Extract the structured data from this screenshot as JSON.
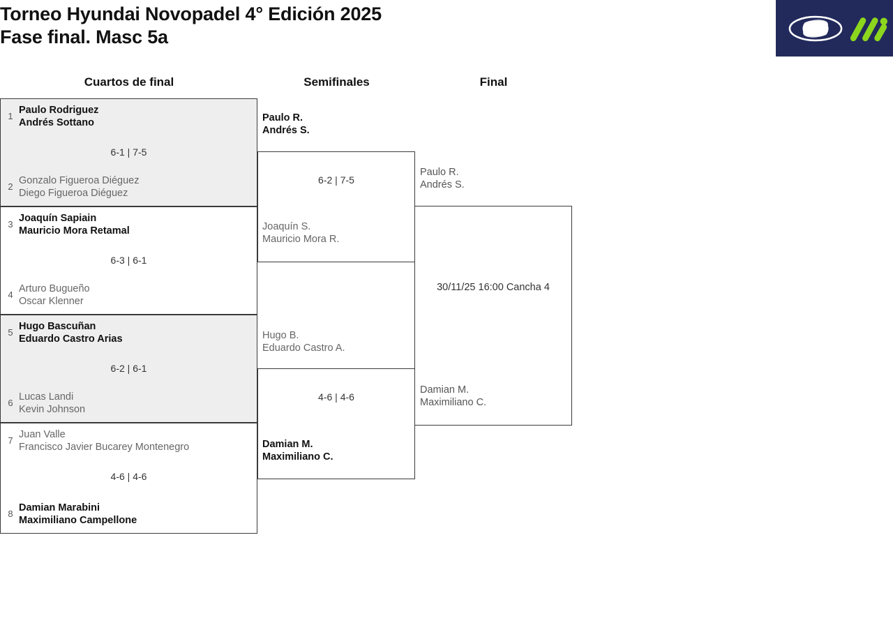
{
  "header": {
    "title_line1": "Torneo Hyundai Novopadel 4° Edición 2025",
    "title_line2": "Fase final. Masc 5a",
    "logo": {
      "brand_icon": "hyundai-logo-icon",
      "sponsor_icon": "novopadel-logo-icon",
      "background_color": "#222a5c",
      "accent_color": "#8cd61e"
    }
  },
  "rounds": {
    "quarterfinals_label": "Cuartos de final",
    "semifinals_label": "Semifinales",
    "final_label": "Final"
  },
  "quarterfinals": [
    {
      "score": "6-1 | 7-5",
      "top": {
        "seed": "1",
        "player1": "Paulo Rodriguez",
        "player2": "Andrés Sottano",
        "result": "winner"
      },
      "bottom": {
        "seed": "2",
        "player1": "Gonzalo Figueroa Diéguez",
        "player2": "Diego Figueroa Diéguez",
        "result": "loser"
      }
    },
    {
      "score": "6-3 | 6-1",
      "top": {
        "seed": "3",
        "player1": "Joaquín Sapiain",
        "player2": "Mauricio Mora Retamal",
        "result": "winner"
      },
      "bottom": {
        "seed": "4",
        "player1": "Arturo Bugueño",
        "player2": "Oscar Klenner",
        "result": "loser"
      }
    },
    {
      "score": "6-2 | 6-1",
      "top": {
        "seed": "5",
        "player1": "Hugo Bascuñan",
        "player2": "Eduardo Castro Arias",
        "result": "winner"
      },
      "bottom": {
        "seed": "6",
        "player1": "Lucas Landi",
        "player2": "Kevin Johnson",
        "result": "loser"
      }
    },
    {
      "score": "4-6 | 4-6",
      "top": {
        "seed": "7",
        "player1": "Juan Valle",
        "player2": "Francisco Javier Bucarey Montenegro",
        "result": "loser"
      },
      "bottom": {
        "seed": "8",
        "player1": "Damian Marabini",
        "player2": "Maximiliano Campellone",
        "result": "winner"
      }
    }
  ],
  "semifinals": [
    {
      "score": "6-2 | 7-5",
      "top": {
        "player1": "Paulo R.",
        "player2": "Andrés S.",
        "result": "winner"
      },
      "bottom": {
        "player1": "Joaquín S.",
        "player2": "Mauricio Mora R.",
        "result": "loser"
      }
    },
    {
      "score": "4-6 | 4-6",
      "top": {
        "player1": "Hugo B.",
        "player2": "Eduardo Castro A.",
        "result": "loser"
      },
      "bottom": {
        "player1": "Damian M.",
        "player2": "Maximiliano C.",
        "result": "winner"
      }
    }
  ],
  "final": {
    "schedule": "30/11/25 16:00 Cancha 4",
    "top": {
      "player1": "Paulo R.",
      "player2": "Andrés S.",
      "result": "pending"
    },
    "bottom": {
      "player1": "Damian M.",
      "player2": "Maximiliano C.",
      "result": "pending"
    }
  }
}
